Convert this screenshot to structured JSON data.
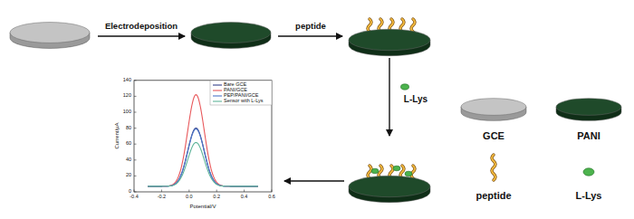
{
  "diagram": {
    "labels": [
      "Electrodeposition",
      "peptide",
      "L-Lys",
      "Current/μA",
      "140",
      "120",
      "100",
      "80",
      "60",
      "40",
      "20",
      "0",
      "-0.4",
      "-0.2",
      "0.0",
      "0.2",
      "0.4",
      "0.6",
      "Potential/V"
    ],
    "legend": [
      {
        "text": "Bare GCE"
      },
      {
        "text": "PANI/GCE"
      },
      {
        "text": "PEP/PANI/GCE"
      },
      {
        "text": "Sensor with L-Lys"
      },
      {
        "text": "GCE",
        "color": "#c4c4c4"
      },
      {
        "text": "PANI",
        "color": "#1f4a2a"
      },
      {
        "text": "peptide"
      },
      {
        "text": "L-Lys"
      }
    ]
  }
}
